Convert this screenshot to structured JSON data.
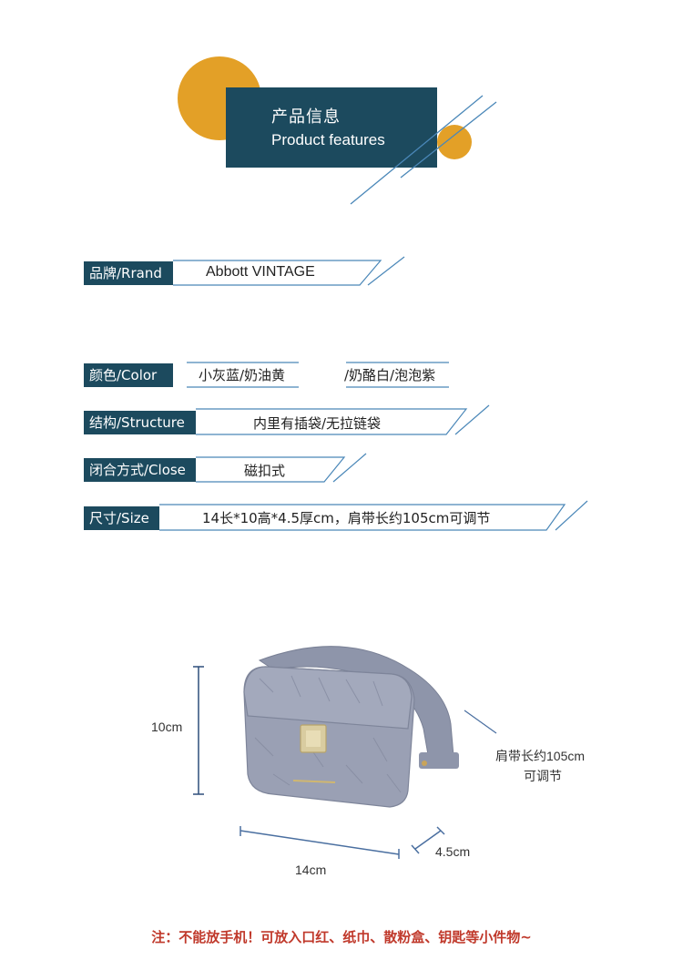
{
  "header": {
    "title_cn": "产品信息",
    "title_en": "Product features"
  },
  "rows": {
    "brand": {
      "label": "品牌/Rrand",
      "value": "Abbott VINTAGE"
    },
    "color": {
      "label": "颜色/Color",
      "value_a": "小灰蓝/奶油黄",
      "value_b": "/奶酪白/泡泡紫"
    },
    "structure": {
      "label": "结构/Structure",
      "value": "内里有插袋/无拉链袋"
    },
    "close": {
      "label": "闭合方式/Close",
      "value": "磁扣式"
    },
    "size": {
      "label": "尺寸/Size",
      "value": "14长*10高*4.5厚cm，肩带长约105cm可调节"
    }
  },
  "dimensions": {
    "height": "10cm",
    "width": "14cm",
    "depth": "4.5cm",
    "strap_line1": "肩带长约105cm",
    "strap_line2": "可调节"
  },
  "note": "注：不能放手机！可放入口红、纸巾、散粉盒、钥匙等小件物~",
  "colors": {
    "navy": "#1C4A5E",
    "orange": "#E3A027",
    "line_blue": "#4A87B8",
    "bag": "#9AA0B4",
    "note_red": "#C0392B"
  }
}
